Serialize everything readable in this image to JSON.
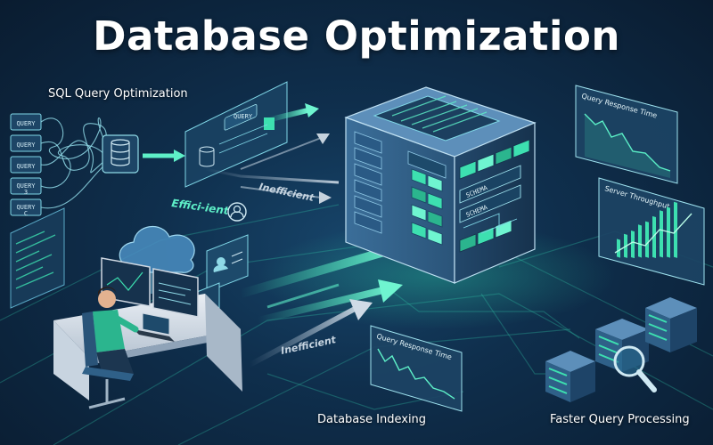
{
  "title": "Database Optimization",
  "captions": {
    "sql_query_optimization": "SQL Query Optimization",
    "database_indexing": "Database Indexing",
    "faster_query_processing": "Faster Query Processing"
  },
  "query_boxes": [
    "QUERY",
    "QUERY",
    "QUERY",
    "QUERY\n3",
    "QUERY\nC"
  ],
  "query_box_top": "QUERY",
  "labels": {
    "efficient": "Effici-ient",
    "inefficient_upper": "Inefficient",
    "inefficient_lower": "Inefficient",
    "schema_1": "SCHEMA",
    "schema_2": "SCHEMA"
  },
  "panels": {
    "query_response_time_right": "Query Response Time",
    "server_throughput": "Server Throughput",
    "query_response_time_bottom": "Query Response Time"
  },
  "colors": {
    "background": "#0f2f4d",
    "accent": "#3de0b0",
    "glow": "#5ef0c8",
    "panel": "#1e4a6b"
  },
  "icons": [
    "database-icon",
    "cloud-icon",
    "user-icon",
    "magnifier-icon",
    "server-icon",
    "code-icon",
    "person-icon"
  ]
}
